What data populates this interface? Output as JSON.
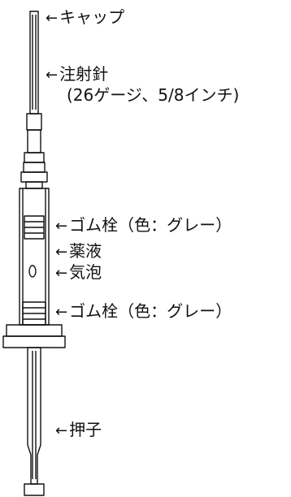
{
  "labels": {
    "cap": "キャップ",
    "needle": "注射針",
    "needle_spec": "(26ゲージ、5/8インチ)",
    "stopper_top": "ゴム栓（色：グレー）",
    "solution": "薬液",
    "bubble": "気泡",
    "stopper_bottom": "ゴム栓（色：グレー）",
    "plunger": "押子"
  },
  "arrow_glyph": "←",
  "colors": {
    "line": "#111111",
    "background": "#ffffff"
  }
}
